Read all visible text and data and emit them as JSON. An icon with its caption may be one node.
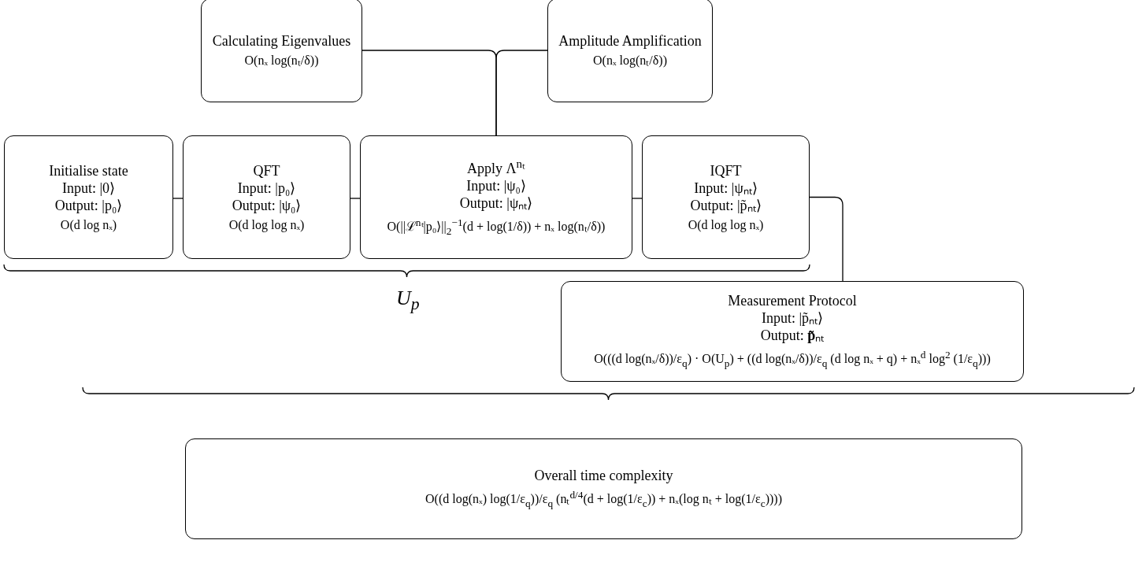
{
  "diagram": {
    "nodes": [
      {
        "text": [
          "Calculating Eigenvalues",
          "O(nₓ log(nₜ/δ))"
        ]
      },
      {
        "text": [
          "Amplitude Amplification",
          "O(nₓ log(nₜ/δ))"
        ]
      },
      {
        "text": [
          "Initialise state",
          "Input: |0⟩",
          "Output: |p₀⟩",
          "O(d log nₓ)"
        ]
      },
      {
        "text": [
          "QFT",
          "Input: |p₀⟩",
          "Output: |ψ₀⟩",
          "O(d log log nₓ)"
        ]
      },
      {
        "text": [
          "Apply Λ$^{nₜ}$",
          "Input: |ψ₀⟩",
          "Output: |ψₙₜ⟩",
          "O(||ℒ$^{nₜ}$|p₀⟩||$_{2}$$^{−1}$(d + log(1/δ)) + nₓ log(nₜ/δ))"
        ]
      },
      {
        "text": [
          "IQFT",
          "Input: |ψₙₜ⟩",
          "Output: |p̃ₙₜ⟩",
          "O(d log log nₓ)"
        ]
      },
      {
        "text": [
          "Measurement Protocol",
          "Input: |p̃ₙₜ⟩",
          "Output: **p̃̃**ₙₜ",
          "O(((d log(nₓ/δ))/ε$_{q}$) · O(U$_{p}$) + ((d log(nₓ/δ))/ε$_{q}$ (d log nₓ + q) + nₓ$^{d}$ log$^{2}$ (1/ε$_{q}$)))"
        ]
      },
      {
        "text": [
          "Overall time complexity",
          "O((d log(nₓ) log(1/ε$_{q}$))/ε$_{q}$ (nₜ$^{d/4}$(d + log(1/ε$_{c}$)) + nₓ(log nₜ + log(1/ε$_{c}$))))"
        ]
      }
    ],
    "edges": [
      {
        "from": 0,
        "to": 4,
        "arrow": "none"
      },
      {
        "from": 1,
        "to": 4,
        "arrow": "none"
      },
      {
        "from": 2,
        "to": 3,
        "arrow": "none"
      },
      {
        "from": 3,
        "to": 4,
        "arrow": "none"
      },
      {
        "from": 4,
        "to": 5,
        "arrow": "none"
      },
      {
        "from": 5,
        "to": 6,
        "arrow": "none"
      }
    ],
    "labels": [
      "U$_{p}$"
    ]
  }
}
